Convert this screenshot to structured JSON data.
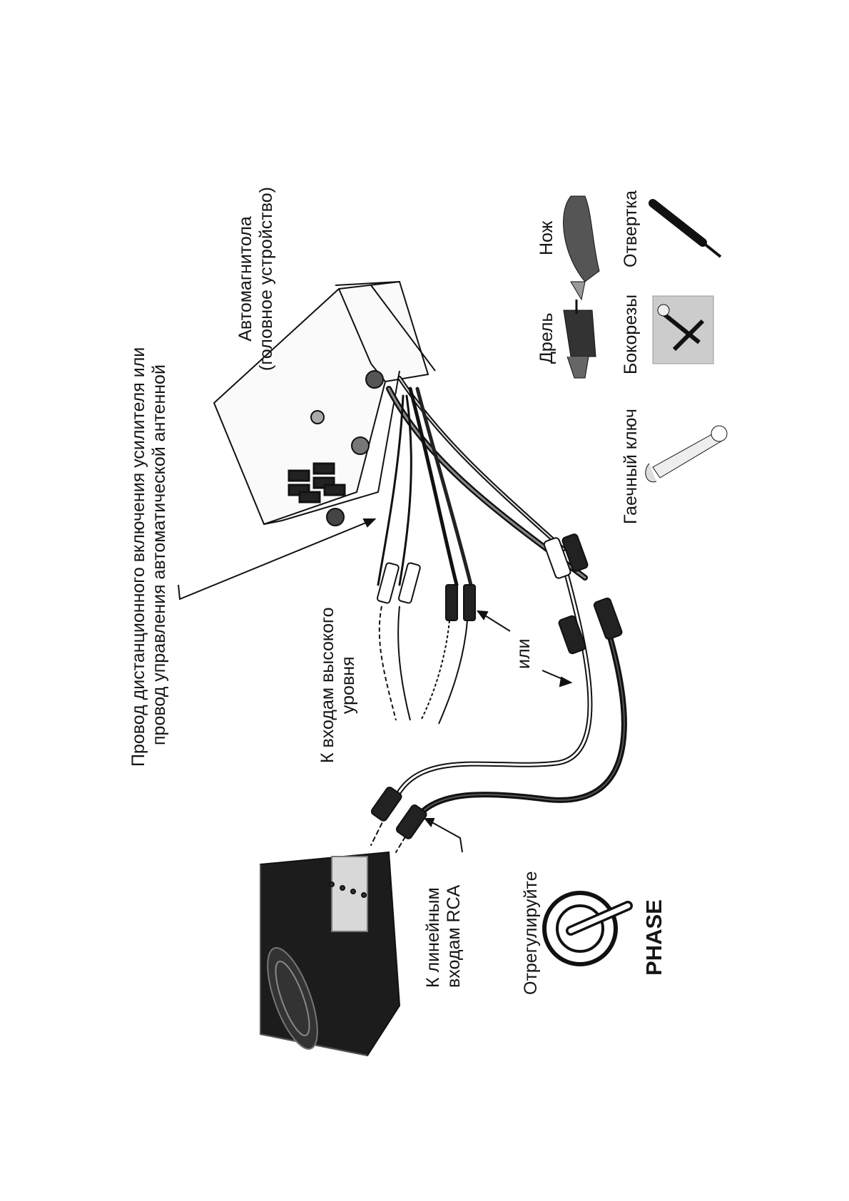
{
  "labels": {
    "remote_wire_line1": "Провод дистанционного включения усилителя или",
    "remote_wire_line2": "провод управления автоматической антенной",
    "head_unit_line1": "Автомагнитола",
    "head_unit_line2": "(головное устройство)",
    "high_level_line1": "К входам высокого",
    "high_level_line2": "уровня",
    "or": "или",
    "rca_line1": "К линейным",
    "rca_line2": "входам RCA",
    "adjust": "Отрегулируйте",
    "phase": "PHASE"
  },
  "tools": {
    "knife": "Нож",
    "drill": "Дрель",
    "screwdriver": "Отвертка",
    "cutters": "Бокорезы",
    "wrench": "Гаечный ключ"
  }
}
